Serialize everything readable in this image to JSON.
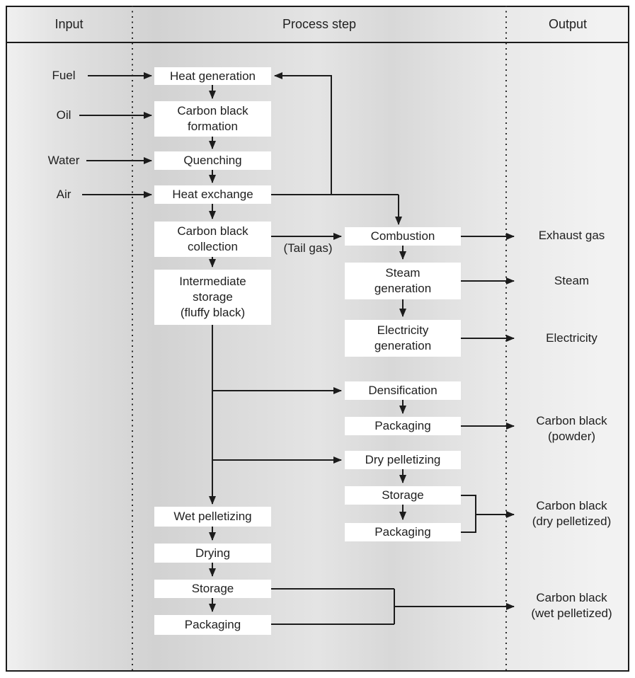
{
  "header": {
    "input": "Input",
    "process": "Process step",
    "output": "Output"
  },
  "inputs": {
    "fuel": "Fuel",
    "oil": "Oil",
    "water": "Water",
    "air": "Air"
  },
  "steps": {
    "heat_generation": "Heat generation",
    "carbon_black_formation": "Carbon black\nformation",
    "quenching": "Quenching",
    "heat_exchange": "Heat exchange",
    "carbon_black_collection": "Carbon black\ncollection",
    "intermediate_storage": "Intermediate\nstorage\n(fluffy black)",
    "combustion": "Combustion",
    "steam_generation": "Steam\ngeneration",
    "electricity_generation": "Electricity\ngeneration",
    "densification": "Densification",
    "packaging_powder": "Packaging",
    "dry_pelletizing": "Dry pelletizing",
    "storage_dry": "Storage",
    "packaging_dry": "Packaging",
    "wet_pelletizing": "Wet pelletizing",
    "drying": "Drying",
    "storage_wet": "Storage",
    "packaging_wet": "Packaging"
  },
  "annotations": {
    "tail_gas": "(Tail gas)"
  },
  "outputs": {
    "exhaust_gas": "Exhaust gas",
    "steam": "Steam",
    "electricity": "Electricity",
    "carbon_black_powder": "Carbon black\n(powder)",
    "carbon_black_dry": "Carbon black\n(dry pelletized)",
    "carbon_black_wet": "Carbon black\n(wet pelletized)"
  },
  "colors": {
    "line": "#1c1c1c",
    "box_bg": "#ffffff",
    "text": "#1f1f1f"
  }
}
